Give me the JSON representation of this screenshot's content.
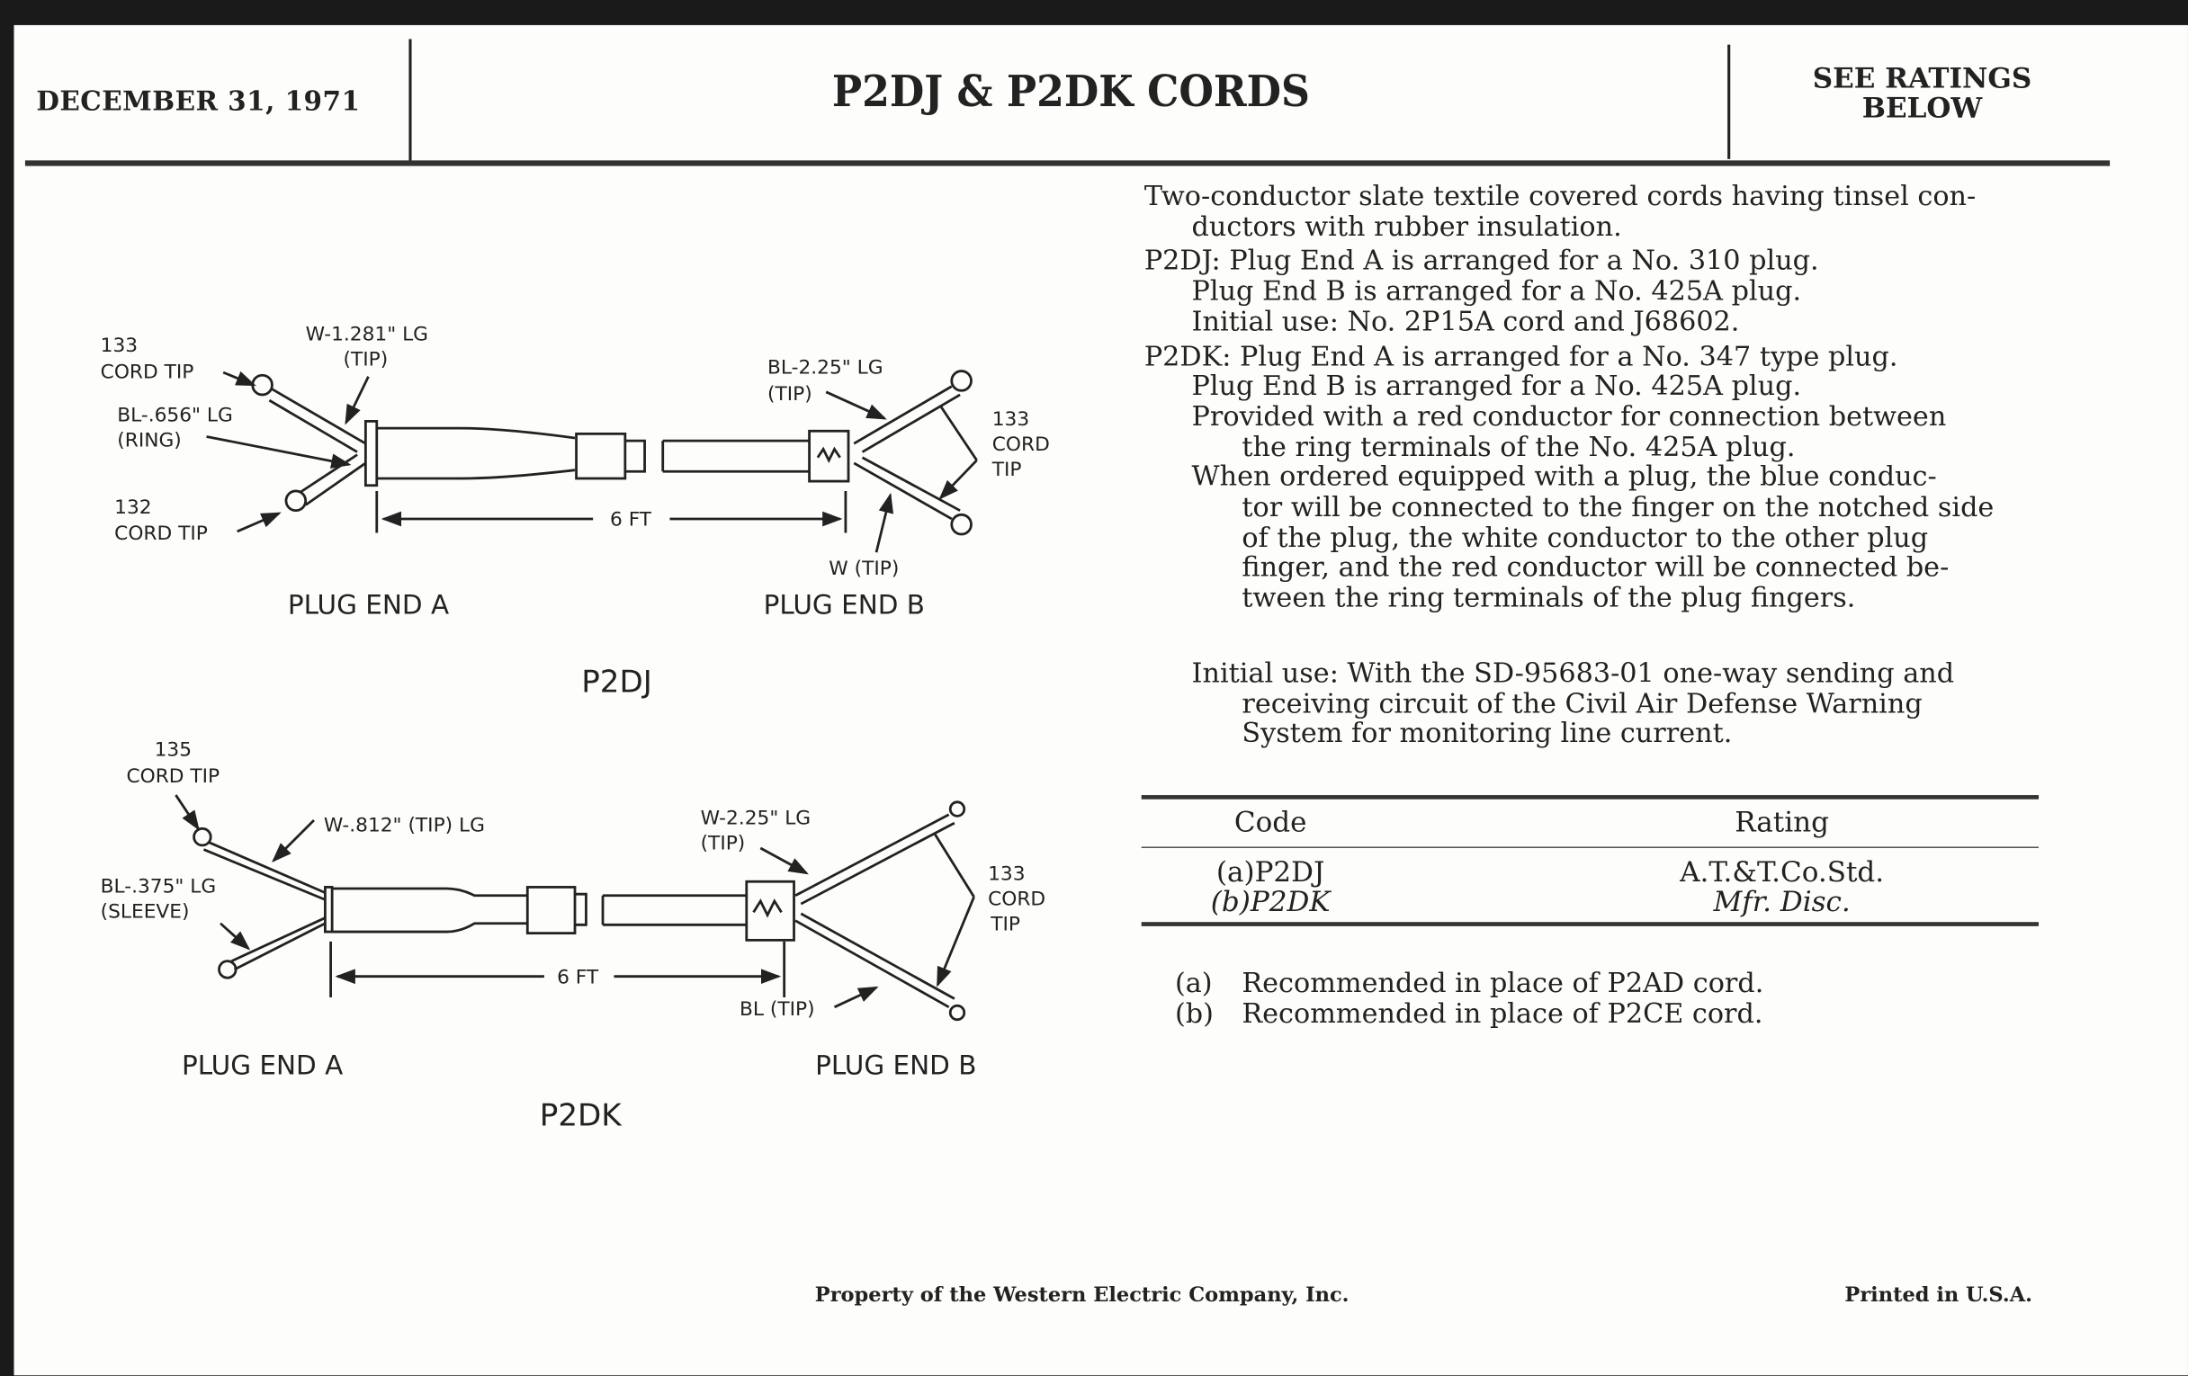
{
  "header": {
    "date": "DECEMBER 31, 1971",
    "title": "P2DJ & P2DK CORDS",
    "ratings_note": [
      "SEE RATINGS",
      "BELOW"
    ]
  },
  "description": {
    "lines": [
      {
        "text": "Two-conductor slate textile covered cords having tinsel con-",
        "indent": 0
      },
      {
        "text": "ductors with rubber insulation.",
        "indent": 1
      },
      {
        "text": "P2DJ: Plug End A is arranged for a No. 310 plug.",
        "indent": 0
      },
      {
        "text": "Plug End B is arranged for a No. 425A plug.",
        "indent": 1
      },
      {
        "text": "Initial use: No. 2P15A cord and J68602.",
        "indent": 1
      },
      {
        "text": "P2DK: Plug End A is arranged for a No. 347 type plug.",
        "indent": 0
      },
      {
        "text": "Plug End B is arranged for a No. 425A plug.",
        "indent": 1
      },
      {
        "text": "Provided with a red conductor for connection between",
        "indent": 1
      },
      {
        "text": "the ring terminals of the No. 425A plug.",
        "indent": 2
      },
      {
        "text": "When ordered equipped with a plug, the blue conduc-",
        "indent": 1
      },
      {
        "text": "tor will be connected to the finger on the notched side",
        "indent": 2
      },
      {
        "text": "of the plug, the white conductor to the other plug",
        "indent": 2
      },
      {
        "text": "finger, and the red conductor will be connected be-",
        "indent": 2
      },
      {
        "text": "tween the ring terminals of the plug fingers.",
        "indent": 2
      }
    ],
    "initial_use": [
      "Initial use: With the SD-95683-01 one-way sending and",
      "receiving circuit of the Civil Air Defense Warning",
      "System for monitoring line current."
    ]
  },
  "ratings_table": {
    "headers": [
      "Code",
      "Rating"
    ],
    "rows": [
      {
        "code": "(a)P2DJ",
        "rating": "A.T.&T.Co.Std.",
        "italic": false
      },
      {
        "code": "(b)P2DK",
        "rating": "Mfr. Disc.",
        "italic": true
      }
    ]
  },
  "notes": [
    {
      "key": "(a)",
      "text": "Recommended in place of P2AD cord."
    },
    {
      "key": "(b)",
      "text": "Recommended in place of P2CE cord."
    }
  ],
  "diagrams": {
    "p2dj": {
      "title": "P2DJ",
      "labels": {
        "tip133_l1": "133",
        "tip133_l2": "CORD TIP",
        "w_len": "W-1.281\" LG",
        "w_tip": "(TIP)",
        "bl_len": "BL-.656\" LG",
        "bl_ring": "(RING)",
        "tip132_l1": "132",
        "tip132_l2": "CORD TIP",
        "bl_b_len": "BL-2.25\" LG",
        "bl_b_tip": "(TIP)",
        "r133_1": "133",
        "r133_2": "CORD",
        "r133_3": "TIP",
        "w_b": "W (TIP)",
        "length": "6 FT",
        "end_a": "PLUG END A",
        "end_b": "PLUG END B"
      }
    },
    "p2dk": {
      "title": "P2DK",
      "labels": {
        "tip135_l1": "135",
        "tip135_l2": "CORD TIP",
        "w_len": "W-.812\" (TIP) LG",
        "bl_len": "BL-.375\" LG",
        "bl_sleeve": "(SLEEVE)",
        "w_b_len": "W-2.25\" LG",
        "w_b_tip": "(TIP)",
        "r133_1": "133",
        "r133_2": "CORD",
        "r133_3": "TIP",
        "bl_b": "BL (TIP)",
        "length": "6 FT",
        "end_a": "PLUG END A",
        "end_b": "PLUG END B"
      }
    }
  },
  "footer": {
    "property": "Property of the Western Electric Company, Inc.",
    "printed": "Printed in U.S.A."
  }
}
